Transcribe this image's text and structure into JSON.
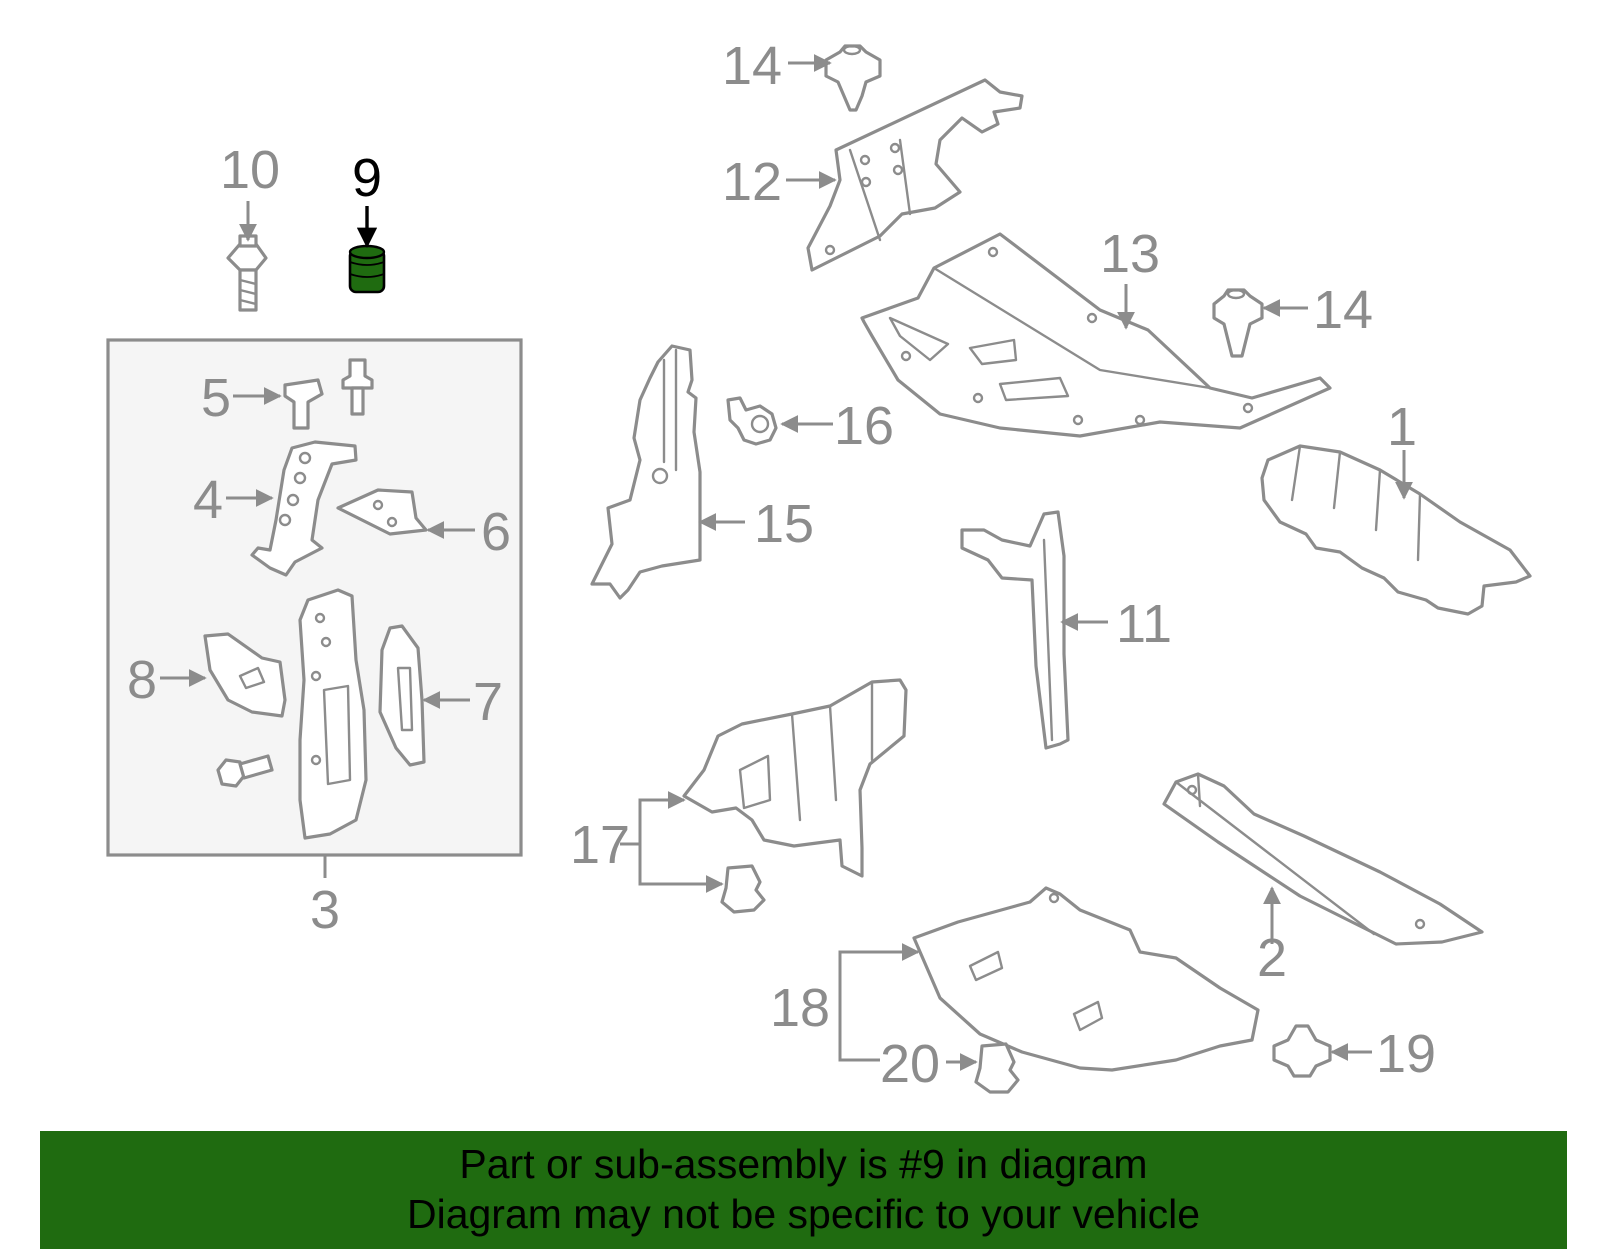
{
  "callouts": [
    {
      "id": "1",
      "text": "1"
    },
    {
      "id": "2",
      "text": "2"
    },
    {
      "id": "3",
      "text": "3"
    },
    {
      "id": "4",
      "text": "4"
    },
    {
      "id": "5",
      "text": "5"
    },
    {
      "id": "6",
      "text": "6"
    },
    {
      "id": "7",
      "text": "7"
    },
    {
      "id": "8",
      "text": "8"
    },
    {
      "id": "9",
      "text": "9",
      "highlighted": true
    },
    {
      "id": "10",
      "text": "10"
    },
    {
      "id": "11",
      "text": "11"
    },
    {
      "id": "12",
      "text": "12"
    },
    {
      "id": "13",
      "text": "13"
    },
    {
      "id": "14a",
      "text": "14"
    },
    {
      "id": "14b",
      "text": "14"
    },
    {
      "id": "15",
      "text": "15"
    },
    {
      "id": "16",
      "text": "16"
    },
    {
      "id": "17",
      "text": "17"
    },
    {
      "id": "18",
      "text": "18"
    },
    {
      "id": "19",
      "text": "19"
    },
    {
      "id": "20",
      "text": "20"
    }
  ],
  "banner": {
    "line1": "Part or sub-assembly is #9 in diagram",
    "line2": "Diagram may not be specific to your vehicle"
  },
  "colors": {
    "highlight_part": "#1f6b10",
    "banner_background": "#1f6b10",
    "line_art": "#8c8c8c",
    "highlight_label": "#000000"
  }
}
